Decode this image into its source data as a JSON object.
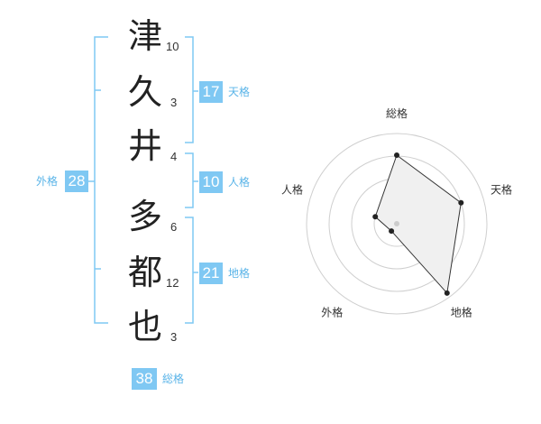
{
  "name": {
    "chars": [
      {
        "char": "津",
        "strokes": "10"
      },
      {
        "char": "久",
        "strokes": "3"
      },
      {
        "char": "井",
        "strokes": "4"
      },
      {
        "char": "多",
        "strokes": "6"
      },
      {
        "char": "都",
        "strokes": "12"
      },
      {
        "char": "也",
        "strokes": "3"
      }
    ]
  },
  "fortunes": {
    "tenkaku": {
      "value": "17",
      "label": "天格"
    },
    "jinkaku": {
      "value": "10",
      "label": "人格"
    },
    "chikaku": {
      "value": "21",
      "label": "地格"
    },
    "gaikaku": {
      "value": "28",
      "label": "外格"
    },
    "soukaku": {
      "value": "38",
      "label": "総格"
    }
  },
  "colors": {
    "accent": "#7fc8f3",
    "accent_text": "#5ab4e8",
    "radar_fill": "#f0f0f0"
  },
  "chart_data": {
    "type": "radar",
    "axes": [
      "総格",
      "天格",
      "地格",
      "外格",
      "人格"
    ],
    "values": [
      38,
      17,
      21,
      28,
      10
    ],
    "normalized_values": [
      0.76,
      0.75,
      0.95,
      0.1,
      0.25
    ],
    "rings": 4
  }
}
